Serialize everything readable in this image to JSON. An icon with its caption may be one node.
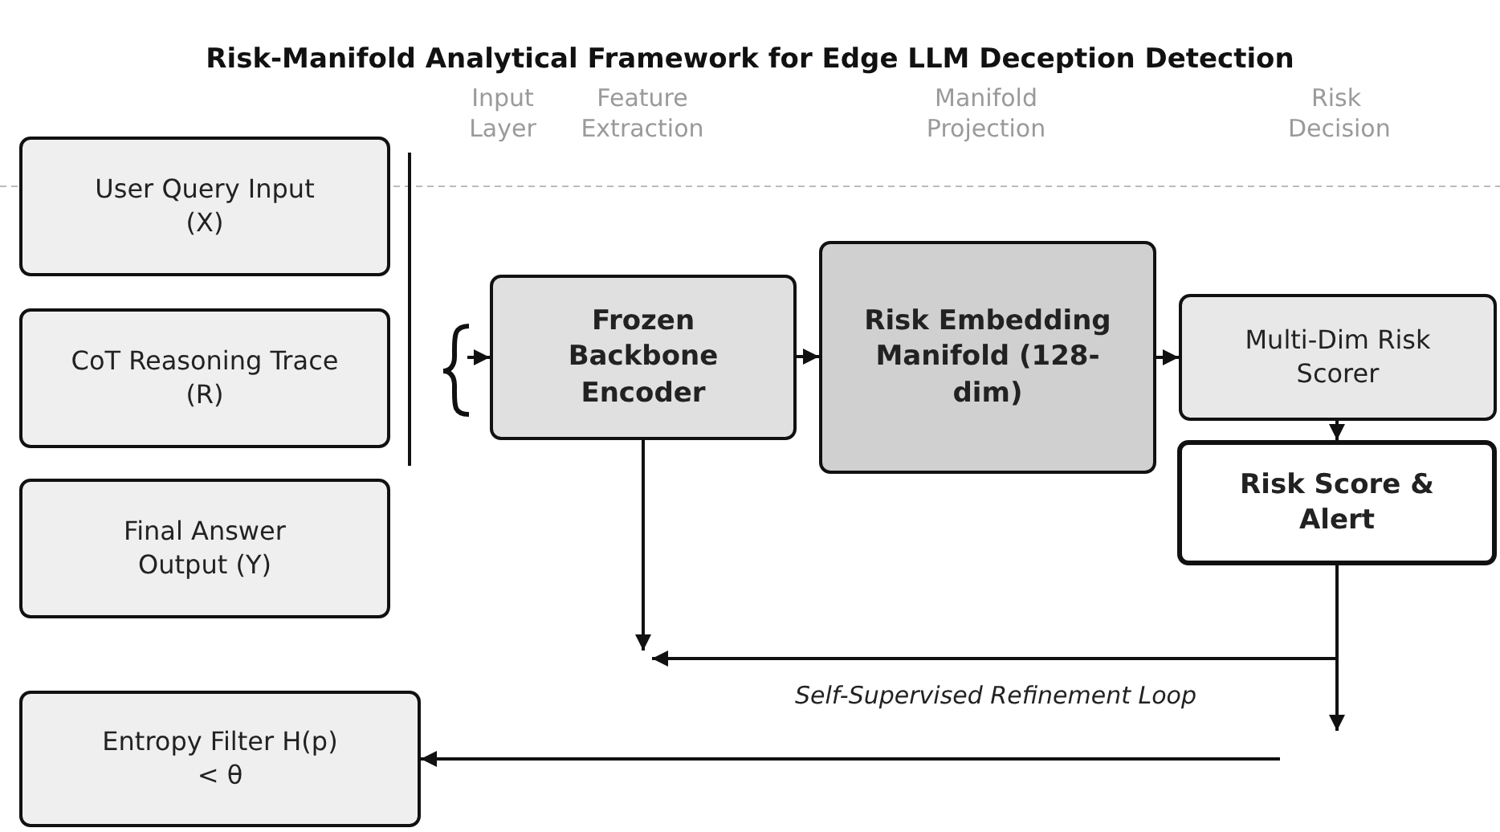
{
  "diagram": {
    "title": "Risk-Manifold Analytical Framework for Edge LLM Deception Detection",
    "nodes": [
      {
        "text": [
          "User Query Input (X)"
        ]
      },
      {
        "text": [
          "CoT Reasoning Trace (R)"
        ]
      },
      {
        "text": [
          "Final Answer Output (Y)"
        ]
      },
      {
        "text": [
          "Frozen Backbone Encoder"
        ]
      },
      {
        "text": [
          "Risk Embedding Manifold (128-dim)"
        ]
      },
      {
        "text": [
          "Multi-Dim Risk Scorer"
        ]
      },
      {
        "text": [
          "Risk Score & Alert"
        ]
      },
      {
        "text": [
          "Entropy Filter H(p) < θ"
        ]
      }
    ],
    "edges": [
      {
        "from": null,
        "to": 3,
        "arrow": "to"
      },
      {
        "from": 3,
        "to": 4,
        "arrow": "to"
      },
      {
        "from": 4,
        "to": 5,
        "arrow": "to"
      },
      {
        "from": 5,
        "to": 6,
        "arrow": "to"
      },
      {
        "from": 3,
        "to": null,
        "arrow": "to"
      },
      {
        "from": 6,
        "to": null,
        "arrow": "to",
        "label": "Self-Supervised Refinement Loop"
      },
      {
        "from": 6,
        "to": null,
        "arrow": "to"
      },
      {
        "from": null,
        "to": 7,
        "arrow": "to"
      }
    ],
    "labels": [
      "Input Layer",
      "Feature Extraction",
      "Manifold Projection",
      "Risk Decision"
    ]
  }
}
